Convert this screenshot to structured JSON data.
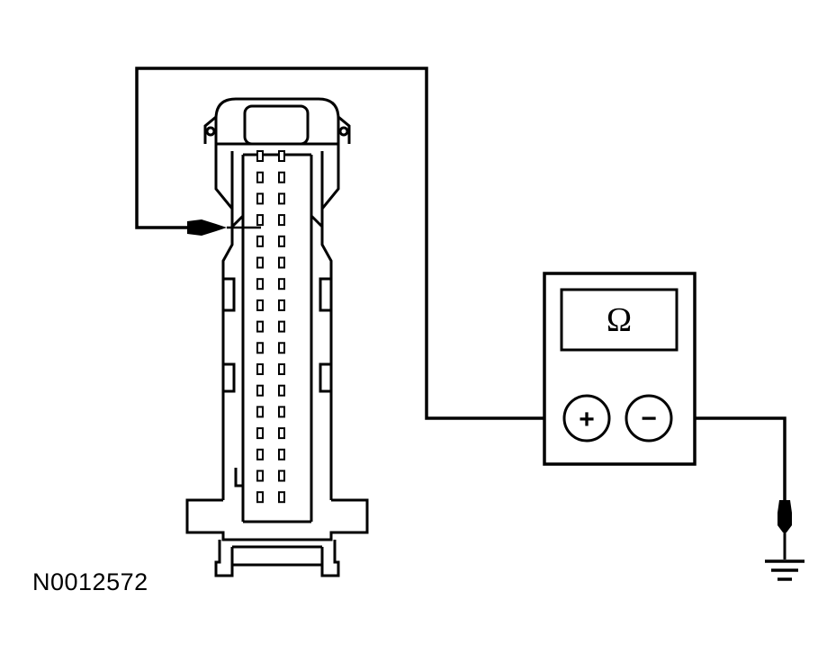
{
  "figure": {
    "reference_id": "N0012572",
    "meter": {
      "display_symbol": "Ω",
      "positive_terminal": "+",
      "negative_terminal": "−"
    },
    "connector": {
      "pin_columns": 2,
      "pin_rows": 17,
      "probed_pin": {
        "column": 1,
        "row": 4
      }
    },
    "ground_symbol": "ground-icon",
    "colors": {
      "line": "#000000",
      "background": "#ffffff"
    }
  }
}
